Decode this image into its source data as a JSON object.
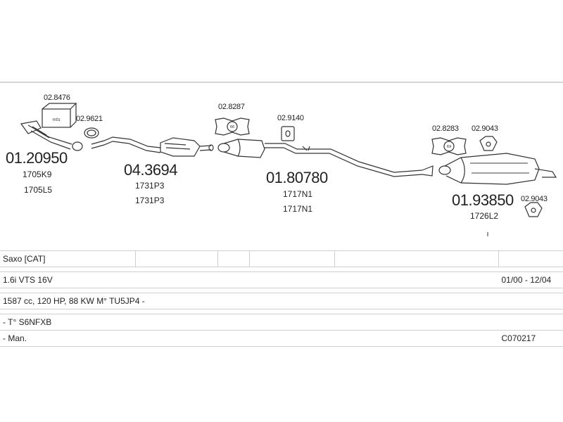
{
  "parts": {
    "flex_pipe": {
      "code": "01.20950",
      "refs": [
        "1705K9",
        "1705L5"
      ]
    },
    "front_pipe": {
      "code": "04.3694",
      "refs": [
        "1731P3",
        "1731P3"
      ]
    },
    "middle_silencer": {
      "code": "01.80780",
      "refs": [
        "1717N1",
        "1717N1"
      ]
    },
    "rear_silencer": {
      "code": "01.93850",
      "refs": [
        "1726L2"
      ]
    }
  },
  "accessories": {
    "mounting_kit": "02.8476",
    "gasket_ring_1": "02.9621",
    "clamp_1": "02.8287",
    "rubber_mount_1": "02.9140",
    "clamp_2": "02.8283",
    "rubber_mount_2": "02.9043",
    "rubber_mount_3": "02.9043"
  },
  "vehicle": {
    "model": "Saxo  [CAT]",
    "version": "1.6i VTS 16V",
    "years": "01/00 - 12/04",
    "engine": "1587 cc, 120 HP, 88 KW M° TU5JP4 -",
    "type": "- T° S6NFXB",
    "gearbox": "- Man.",
    "catalog_code": "C070217"
  }
}
